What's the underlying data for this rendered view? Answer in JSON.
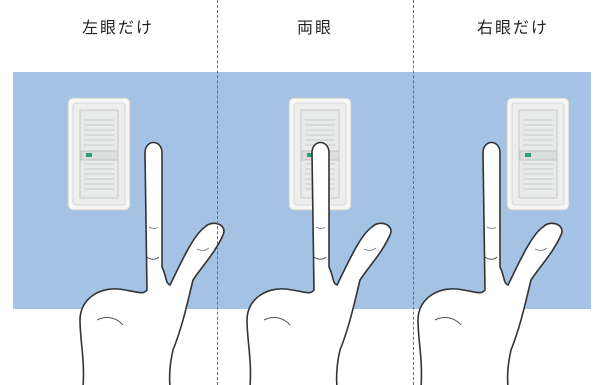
{
  "panels": [
    {
      "label": "左眼だけ"
    },
    {
      "label": "両眼"
    },
    {
      "label": "右眼だけ"
    }
  ],
  "colors": {
    "wall": "#a3c2e4",
    "divider": "#e0394a",
    "switch_plate": "#f4f5f4",
    "indicator": "#2aa37b"
  }
}
